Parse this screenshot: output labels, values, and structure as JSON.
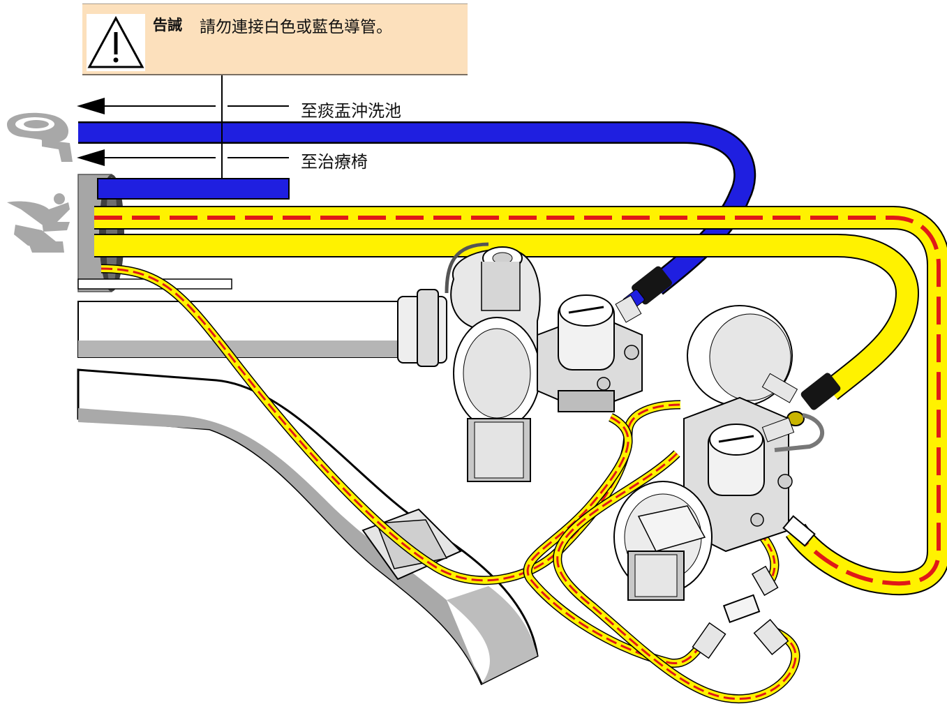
{
  "warning": {
    "icon": "warning-triangle-icon",
    "heading": "告誡",
    "text": "請勿連接白色或藍色導管。"
  },
  "destinations": [
    {
      "label": "至痰盂沖洗池",
      "icon": "spittoon-icon"
    },
    {
      "label": "至治療椅",
      "icon": "dental-chair-icon"
    }
  ],
  "colors": {
    "blue_tube": "#1f1fe0",
    "yellow_tube": "#fff200",
    "red_stripe": "#e01818",
    "warning_background": "#fce0bc",
    "gray_icon": "#a8a8a8"
  }
}
